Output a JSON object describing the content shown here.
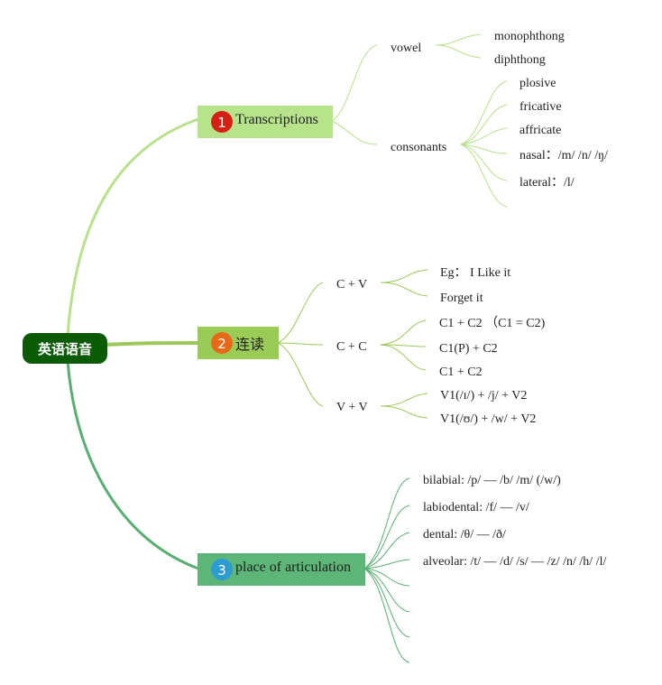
{
  "mindmap": {
    "root": {
      "label": "英语语音",
      "color": "#0b5a06",
      "text_color": "#ffffff"
    },
    "topics": [
      {
        "number": "1",
        "label": "Transcriptions",
        "box_color": "#b7e48b",
        "badge_color": "#d62016",
        "line_color": "#b9e08c",
        "subtopics": [
          {
            "label": "vowel",
            "children": [
              "monophthong",
              "diphthong"
            ]
          },
          {
            "label": "consonants",
            "children": [
              "plosive",
              "fricative",
              "affricate",
              "nasal：/m/ /n/ /ŋ/",
              "lateral：/l/",
              ""
            ]
          }
        ]
      },
      {
        "number": "2",
        "label": "连读",
        "box_color": "#9bcb57",
        "badge_color": "#e86a19",
        "line_color": "#9cc95a",
        "subtopics": [
          {
            "label": "C + V",
            "children": [
              "Eg： I Like it",
              "Forget it"
            ]
          },
          {
            "label": "C + C",
            "children": [
              "C1 + C2 （C1 = C2)",
              "C1(P) + C2",
              "C1 + C2"
            ]
          },
          {
            "label": "V + V",
            "children": [
              "V1(/ɪ/) + /j/ + V2",
              "V1(/ʊ/) + /w/ + V2"
            ]
          }
        ]
      },
      {
        "number": "3",
        "label": "place of articulation",
        "box_color": "#5db577",
        "badge_color": "#2d9cd2",
        "line_color": "#5aae72",
        "subtopics": [],
        "children": [
          "bilabial: /p/ — /b/ /m/ (/w/)",
          "labiodental: /f/ — /v/",
          "dental: /θ/ — /ð/",
          "alveolar: /t/ — /d/ /s/ — /z/ /n/ /h/ /l/",
          "",
          "",
          "",
          ""
        ]
      }
    ]
  }
}
